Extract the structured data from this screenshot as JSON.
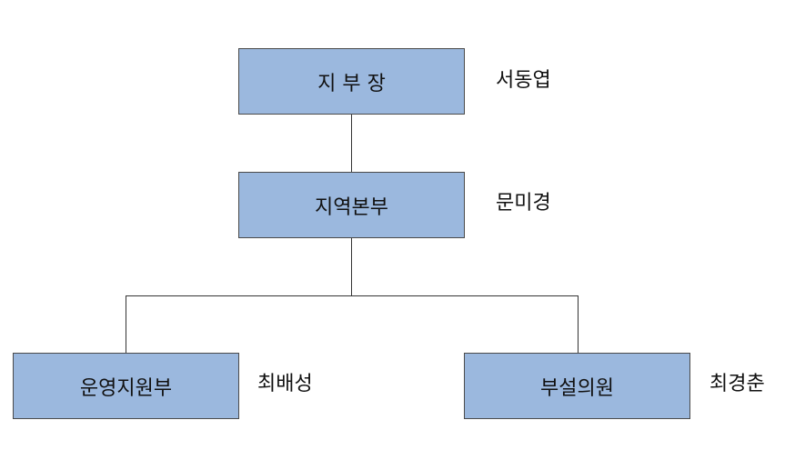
{
  "org_chart": {
    "top": {
      "title": "지 부 장",
      "person": "서동엽"
    },
    "middle": {
      "title": "지역본부",
      "person": "문미경"
    },
    "left": {
      "title": "운영지원부",
      "person": "최배성"
    },
    "right": {
      "title": "부설의원",
      "person": "최경춘"
    }
  },
  "colors": {
    "box_fill": "#9bb8de",
    "border": "#4a4a4a",
    "line": "#333333"
  }
}
